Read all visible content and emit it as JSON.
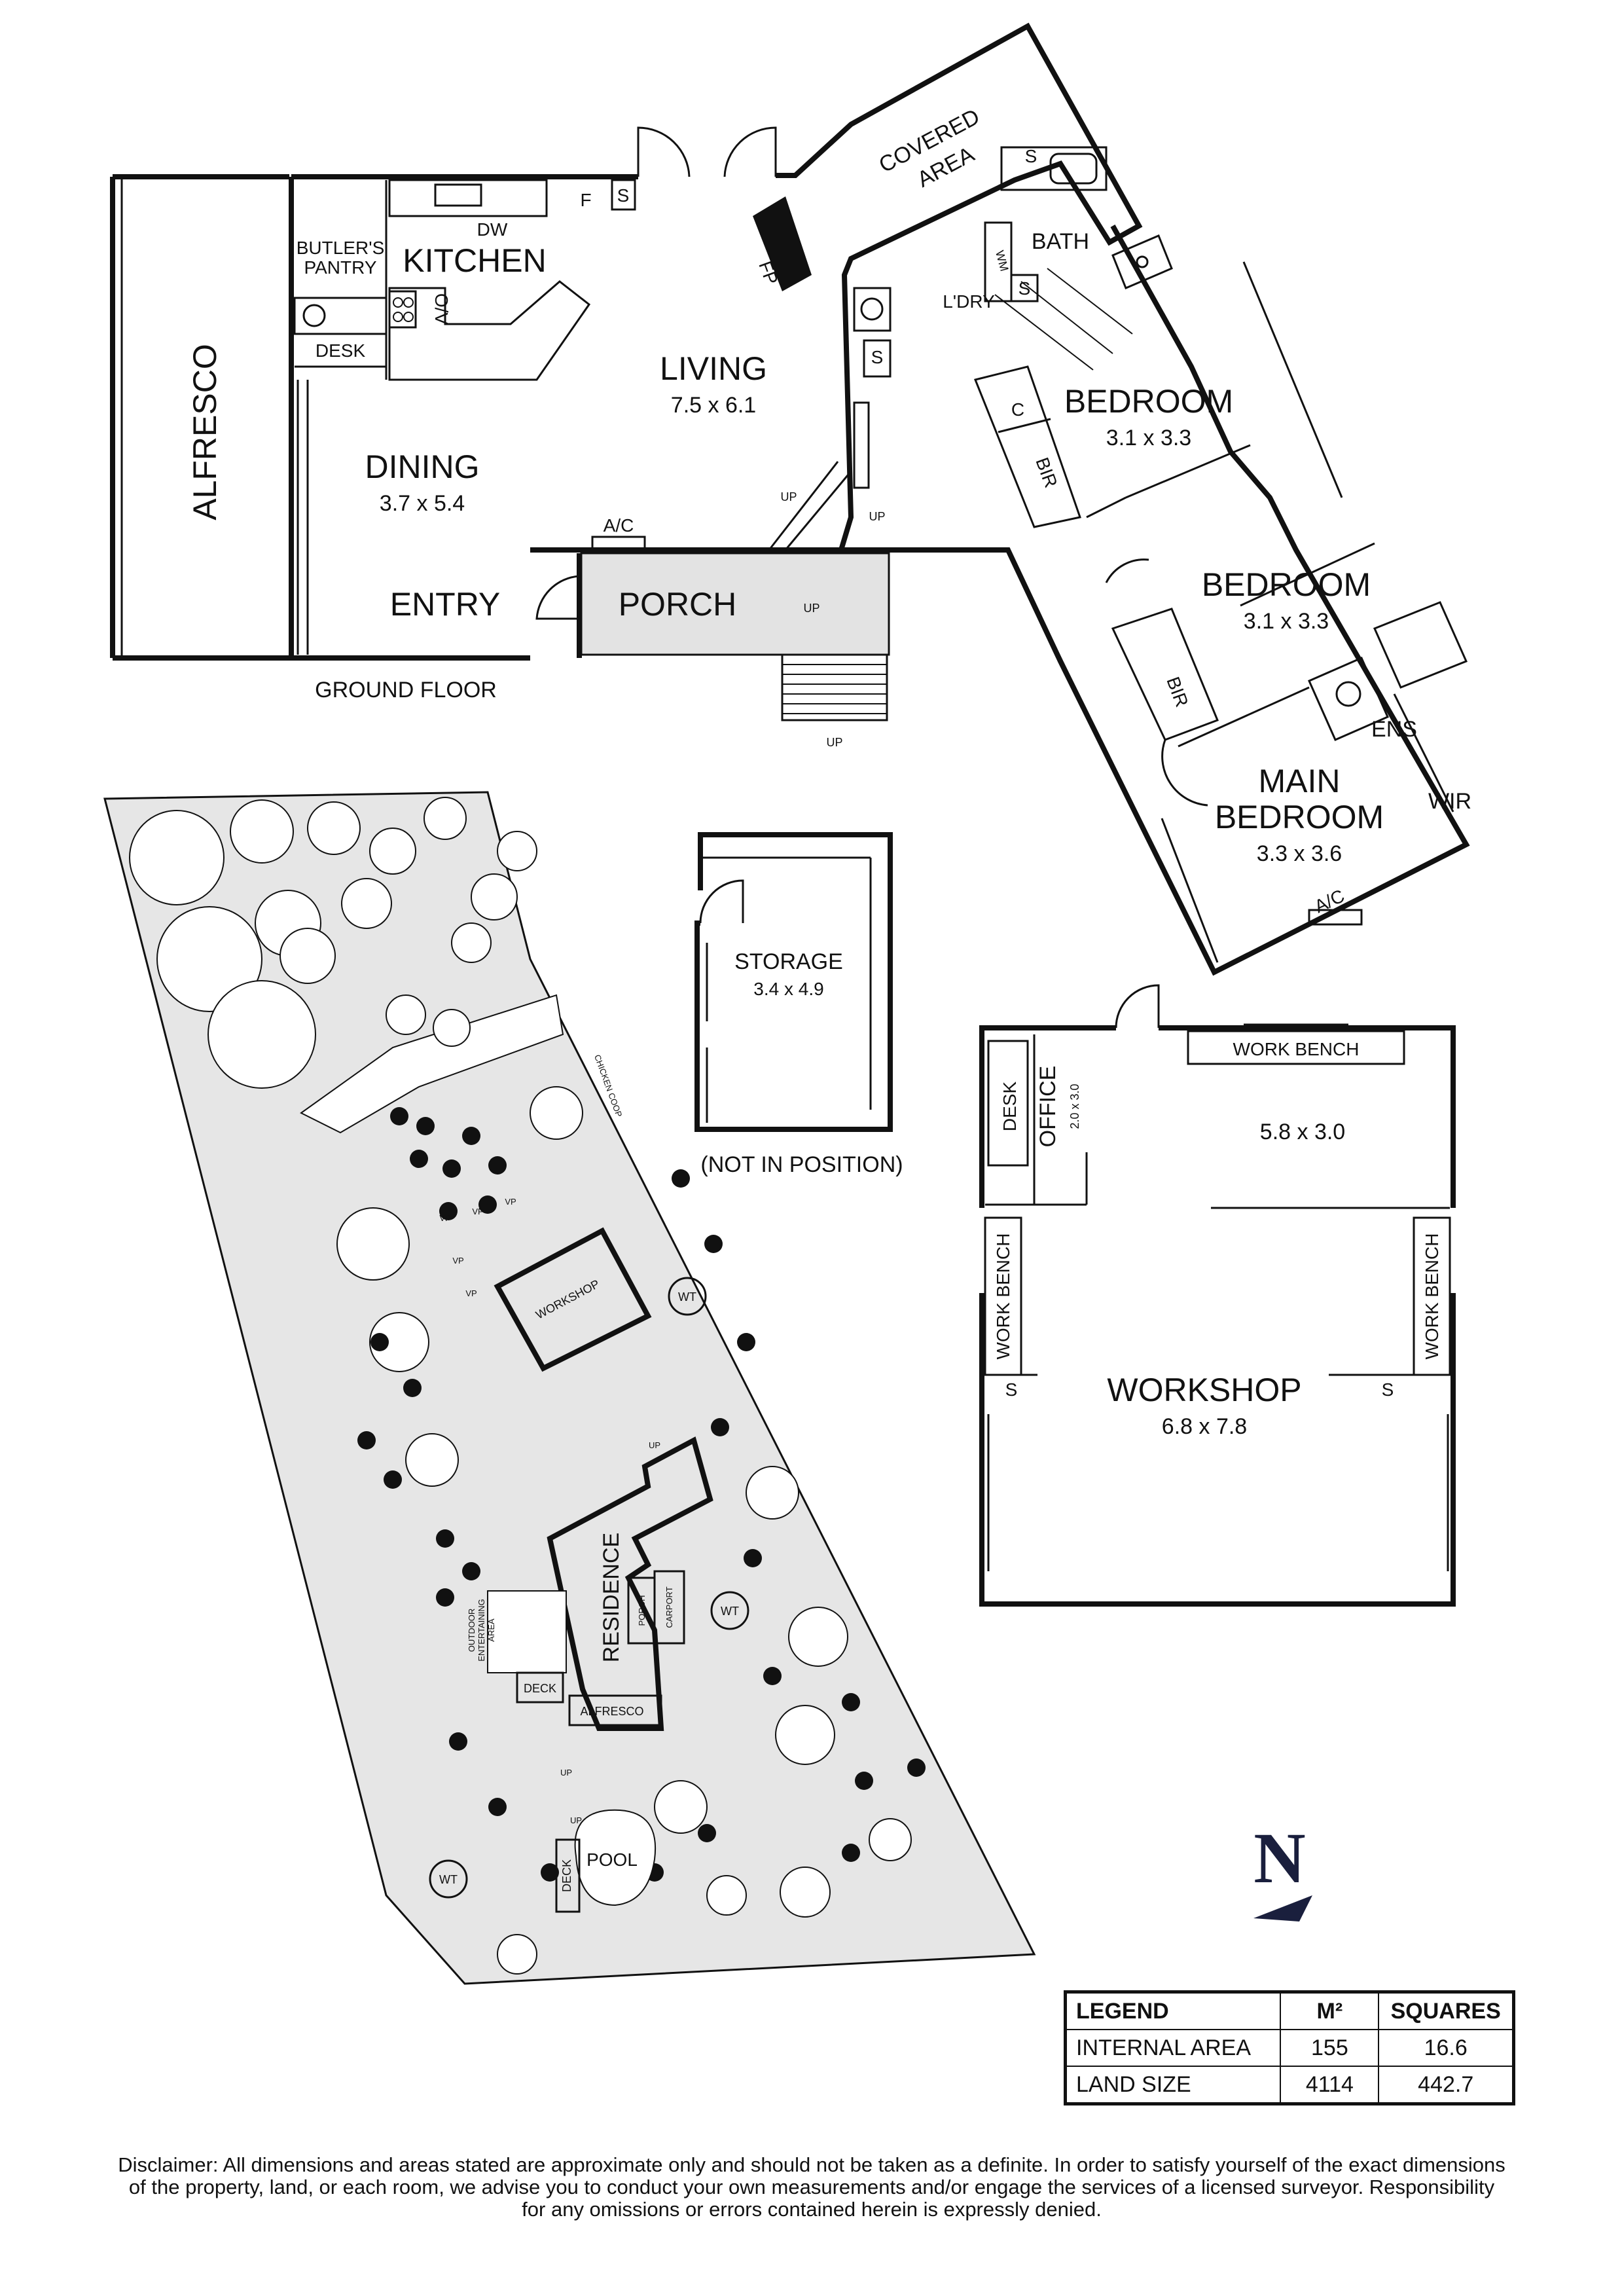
{
  "ground_floor": {
    "label": "GROUND FLOOR",
    "alfresco": "ALFRESCO",
    "butlers_pantry_1": "BUTLER'S",
    "butlers_pantry_2": "PANTRY",
    "kitchen": "KITCHEN",
    "dw": "DW",
    "fridge": "F",
    "s": "S",
    "desk": "DESK",
    "oven": "O/V",
    "living": "LIVING",
    "living_dim": "7.5 x 6.1",
    "fp": "FP",
    "dining": "DINING",
    "dining_dim": "3.7 x 5.4",
    "ac": "A/C",
    "entry": "ENTRY",
    "porch": "PORCH",
    "up": "UP",
    "covered_area_1": "COVERED",
    "covered_area_2": "AREA",
    "bath": "BATH",
    "laundry": "L'DRY",
    "wm": "WM",
    "bedroom": "BEDROOM",
    "bedroom1_dim": "3.1 x 3.3",
    "bedroom2_dim": "3.1 x 3.3",
    "c": "C",
    "bir": "BIR",
    "ens": "ENS",
    "wir": "WIR",
    "main_bedroom_1": "MAIN",
    "main_bedroom_2": "BEDROOM",
    "main_bedroom_dim": "3.3 x 3.6"
  },
  "storage": {
    "label": "STORAGE",
    "dim": "3.4 x 4.9",
    "note": "(NOT IN POSITION)"
  },
  "workshop_plan": {
    "work_bench": "WORK BENCH",
    "desk": "DESK",
    "office": "OFFICE",
    "office_dim": "2.0 x 3.0",
    "upper_dim": "5.8 x 3.0",
    "s": "S",
    "workshop": "WORKSHOP",
    "workshop_dim": "6.8 x 7.8"
  },
  "site": {
    "chicken_coop": "CHICKEN COOP",
    "vp": "VP",
    "workshop": "WORKSHOP",
    "wt": "WT",
    "residence": "RESIDENCE",
    "porch": "PORCH",
    "carport": "CARPORT",
    "outdoor_1": "OUTDOOR",
    "outdoor_2": "ENTERTAINING",
    "outdoor_3": "AREA",
    "deck": "DECK",
    "alfresco": "ALFRESCO",
    "up": "UP",
    "pool": "POOL"
  },
  "compass": {
    "letter": "N",
    "colors": {
      "ink": "#1a1f3d"
    }
  },
  "legend": {
    "headers": [
      "LEGEND",
      "M²",
      "SQUARES"
    ],
    "rows": [
      {
        "label": "INTERNAL AREA",
        "m2": "155",
        "squares": "16.6"
      },
      {
        "label": "LAND SIZE",
        "m2": "4114",
        "squares": "442.7"
      }
    ]
  },
  "disclaimer": {
    "line1": "Disclaimer: All dimensions and areas stated are approximate only and should not be taken as a definite. In order to satisfy yourself of the exact dimensions",
    "line2": "of the property, land, or each room, we advise you to conduct your own measurements and/or engage the services of a licensed surveyor. Responsibility",
    "line3": "for any omissions or errors contained herein is expressly denied."
  }
}
